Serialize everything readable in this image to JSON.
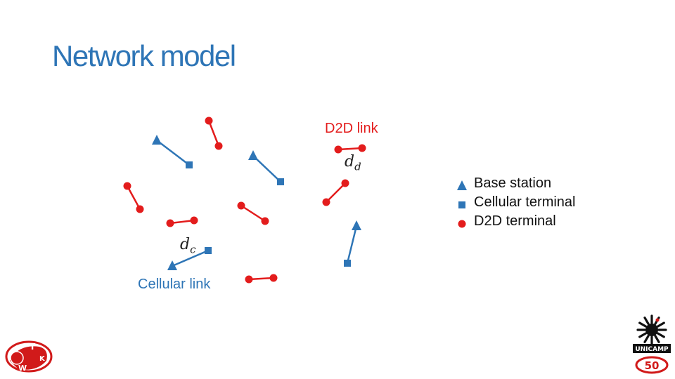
{
  "slide": {
    "title": "Network model"
  },
  "labels": {
    "d2d_link": "D2D link",
    "cellular_link": "Cellular link",
    "d2d_distance_symbol": "d",
    "d2d_distance_sub": "d",
    "cellular_distance_symbol": "d",
    "cellular_distance_sub": "c"
  },
  "legend": [
    {
      "shape": "triangle",
      "label": "Base station",
      "color": "#2E75B6"
    },
    {
      "shape": "square",
      "label": "Cellular terminal",
      "color": "#2E75B6"
    },
    {
      "shape": "circle",
      "label": "D2D terminal",
      "color": "#E31C1C"
    }
  ],
  "colors": {
    "title": "#2E75B6",
    "cellular": "#2E75B6",
    "d2d": "#E31C1C"
  },
  "logos": {
    "left_letters": "TWK",
    "right_text": "UNICAMP",
    "right_badge": "50"
  }
}
